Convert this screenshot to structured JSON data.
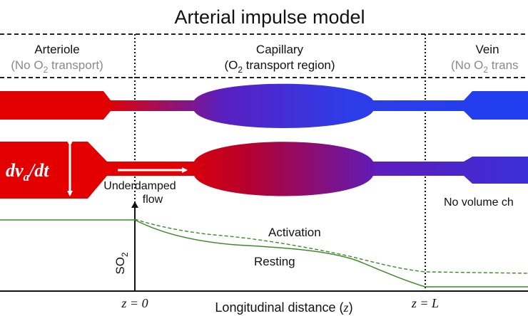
{
  "title": "Arterial impulse model",
  "regions": {
    "arteriole": {
      "name": "Arteriole",
      "note": "(No O",
      "note_sub": "2",
      "note_end": " transport)"
    },
    "capillary": {
      "name": "Capillary",
      "note": "(O",
      "note_sub": "2",
      "note_end": " transport region)"
    },
    "vein": {
      "name": "Vein",
      "note": "(No O",
      "note_sub": "2",
      "note_end": " trans"
    }
  },
  "impulse": {
    "base": "dv",
    "sub": "a",
    "tail": "/dt"
  },
  "labels": {
    "underdamped_line1": "Underdamped",
    "underdamped_line2": "flow",
    "no_volume": "No volume ch",
    "activation": "Activation",
    "resting": "Resting",
    "y_axis_base": "SO",
    "y_axis_sub": "2",
    "z0": "z = 0",
    "zL": "z = L",
    "x_axis": "Longitudinal distance (",
    "x_axis_var": "z",
    "x_axis_end": ")"
  },
  "colors": {
    "arterial_red": "#e30000",
    "capillary_purple": "#5a1fc0",
    "venous_blue": "#1f3ff0",
    "curve_green": "#3d8a2a"
  }
}
